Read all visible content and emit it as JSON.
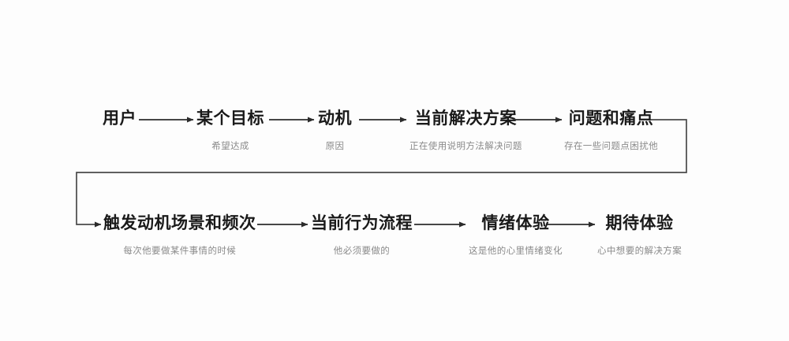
{
  "diagram": {
    "type": "flow-diagram",
    "background_color": "#fdfdfd",
    "title_color": "#1a1a1a",
    "caption_color": "#8a8a8a",
    "line_color": "#4a4a4a",
    "rows": [
      {
        "id": "row-1",
        "nodes": [
          {
            "title": "用户",
            "caption": ""
          },
          {
            "title": "某个目标",
            "caption": "希望达成"
          },
          {
            "title": "动机",
            "caption": "原因"
          },
          {
            "title": "当前解决方案",
            "caption": "正在使用说明方法解决问题"
          },
          {
            "title": "问题和痛点",
            "caption": "存在一些问题点困扰他"
          }
        ]
      },
      {
        "id": "row-2",
        "nodes": [
          {
            "title": "触发动机场景和频次",
            "caption": "每次他要做某件事情的时候"
          },
          {
            "title": "当前行为流程",
            "caption": "他必须要做的"
          },
          {
            "title": "情绪体验",
            "caption": "这是他的心里情绪变化"
          },
          {
            "title": "期待体验",
            "caption": "心中想要的解决方案"
          }
        ]
      }
    ],
    "connectors": [
      {
        "name": "arrow-user-to-goal",
        "kind": "arrow"
      },
      {
        "name": "arrow-goal-to-motive",
        "kind": "arrow"
      },
      {
        "name": "arrow-motive-to-solution",
        "kind": "arrow"
      },
      {
        "name": "arrow-solution-to-painpoint",
        "kind": "arrow"
      },
      {
        "name": "wrap-painpoint-to-trigger",
        "kind": "elbow-arrow"
      },
      {
        "name": "arrow-trigger-to-behavior",
        "kind": "arrow"
      },
      {
        "name": "arrow-behavior-to-emotion",
        "kind": "arrow"
      },
      {
        "name": "arrow-emotion-to-expectation",
        "kind": "arrow"
      }
    ]
  }
}
